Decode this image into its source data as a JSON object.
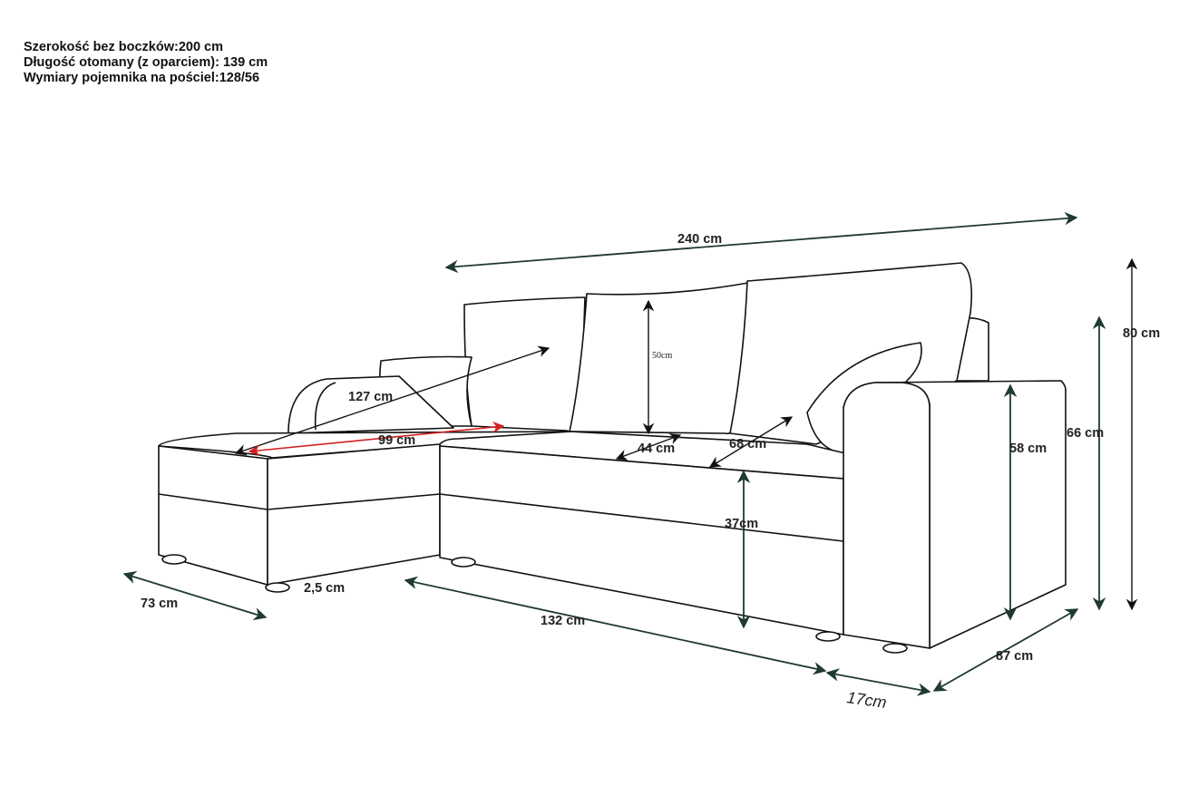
{
  "specs": [
    "Szerokość bez boczków:200 cm",
    "Długość otomany (z oparciem): 139 cm",
    "Wymiary pojemnika na pościel:128/56"
  ],
  "dimensions": {
    "total_width": "240 cm",
    "total_height": "80 cm",
    "armrest_height": "66 cm",
    "seat_to_arm": "58 cm",
    "cushion_height": "50cm",
    "chaise_diagonal": "127 cm",
    "chaise_width_inner": "99 cm",
    "seat_depth_a": "44 cm",
    "seat_depth_b": "68 cm",
    "seat_height": "37cm",
    "leg_height": "2,5 cm",
    "chaise_width": "73 cm",
    "main_length": "132 cm",
    "arm_width": "17cm",
    "depth": "87 cm"
  },
  "colors": {
    "dimension": "#1f3a2e",
    "accent": "#d42020",
    "outline": "#111111"
  }
}
